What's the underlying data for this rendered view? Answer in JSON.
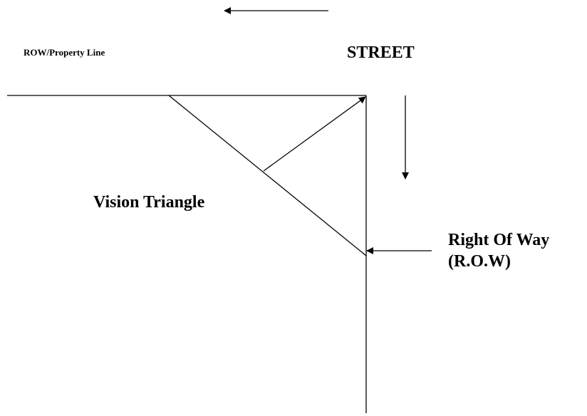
{
  "labels": {
    "property_line": "ROW/Property Line",
    "street": "STREET",
    "vision_triangle": "Vision Triangle",
    "right_of_way_line1": "Right Of Way",
    "right_of_way_line2": "(R.O.W)"
  },
  "colors": {
    "stroke": "#000000",
    "background": "#ffffff"
  }
}
